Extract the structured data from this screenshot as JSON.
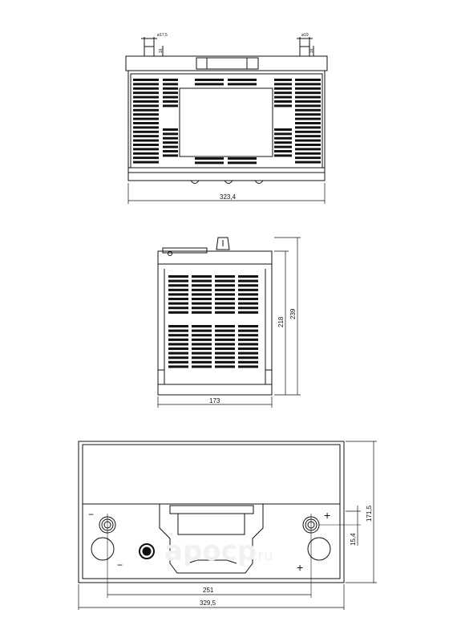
{
  "top_view": {
    "terminal_left_diameter": "ø17,5",
    "terminal_right_diameter": "ø19",
    "terminal_left_height": "16",
    "terminal_right_height": "16",
    "length": "323,4"
  },
  "side_view": {
    "width": "173",
    "case_height": "218",
    "total_height": "239"
  },
  "bottom_view": {
    "length_total": "329,5",
    "hole_distance": "251",
    "height": "171,5",
    "terminal_offset": "15,4",
    "minus_sign": "−",
    "plus_sign": "+",
    "minus_sign_bottom": "−",
    "plus_sign_bottom": "+"
  },
  "watermark": {
    "logo": "ароср",
    "domain": ".ru"
  }
}
